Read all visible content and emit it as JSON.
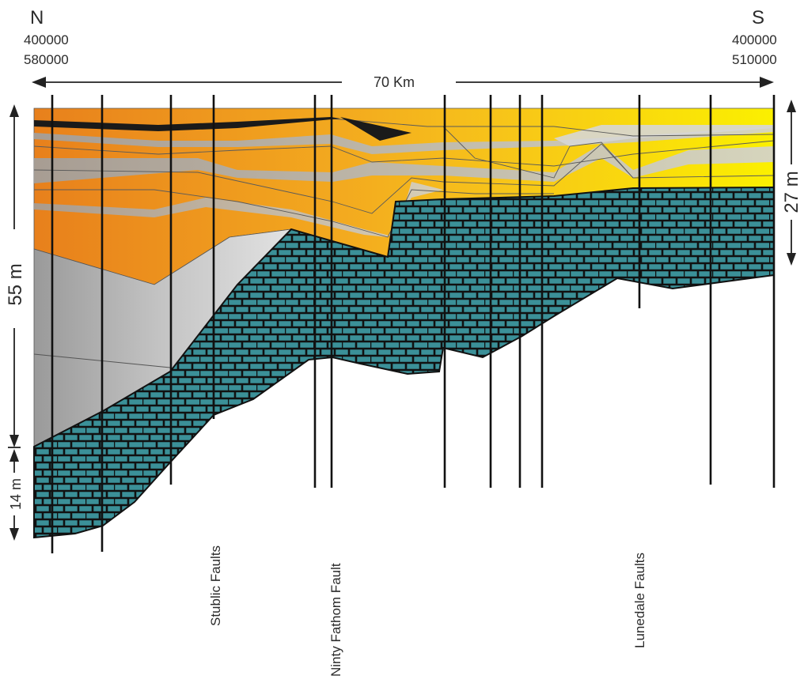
{
  "orientation": {
    "north_label": "N",
    "north_coords": [
      "400000",
      "580000"
    ],
    "south_label": "S",
    "south_coords": [
      "400000",
      "510000"
    ]
  },
  "scale_bars": {
    "horizontal": "70 Km",
    "left_upper": "55 m",
    "left_lower": "14 m",
    "right": "27 m"
  },
  "faults": [
    {
      "name": "Stublic Faults"
    },
    {
      "name": "Ninty Fathom Fault"
    },
    {
      "name": "Lunedale Faults"
    }
  ],
  "colors": {
    "orange": "#e8801c",
    "yellow": "#f6e400",
    "grey": "#a8a8a8",
    "limestone": "#3a8f96",
    "brick_line": "#111111"
  }
}
